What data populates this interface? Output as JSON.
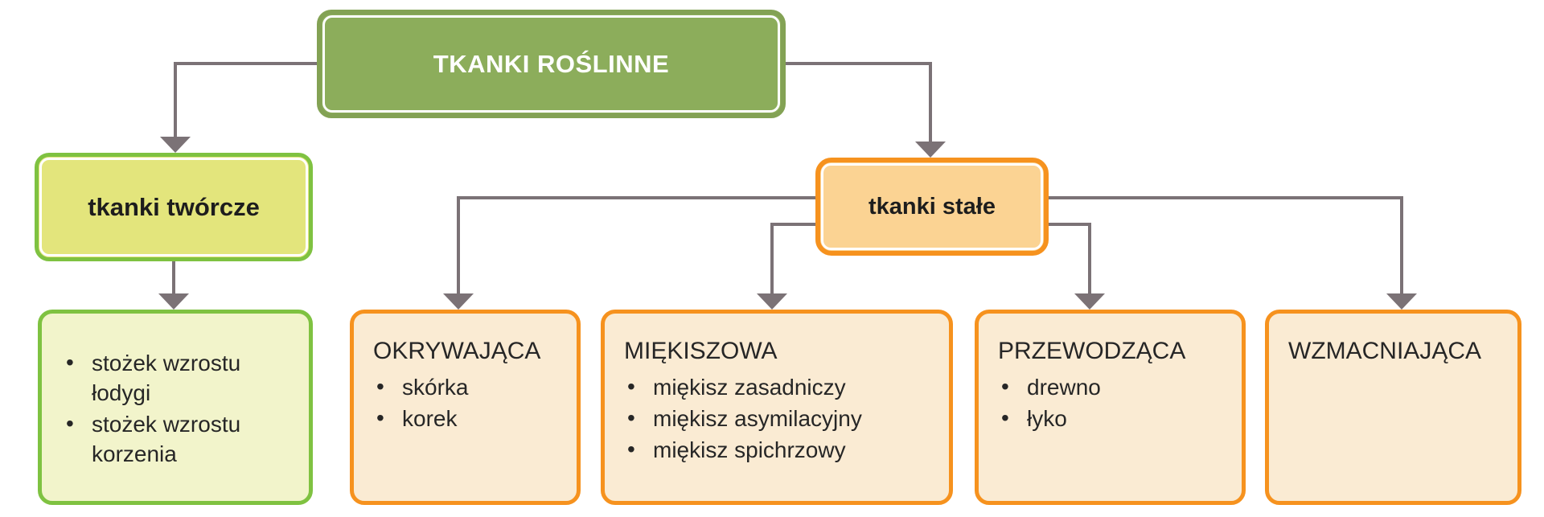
{
  "diagram": {
    "root": {
      "label": "TKANKI ROŚLINNE"
    },
    "branch_left": {
      "label": "tkanki twórcze"
    },
    "branch_right": {
      "label": "tkanki stałe"
    },
    "leaves": {
      "tworcze_list": {
        "items": [
          "stożek wzrostu łodygi",
          "stożek wzrostu korzenia"
        ]
      },
      "okrywajaca": {
        "title": "OKRYWAJĄCA",
        "items": [
          "skórka",
          "korek"
        ]
      },
      "miekiszowa": {
        "title": "MIĘKISZOWA",
        "items": [
          "miękisz zasadniczy",
          "miękisz asymilacyjny",
          "miękisz spichrzowy"
        ]
      },
      "przewodzaca": {
        "title": "PRZEWODZĄCA",
        "items": [
          "drewno",
          "łyko"
        ]
      },
      "wzmacniajaca": {
        "title": "WZMACNIAJĄCA",
        "items": []
      }
    },
    "colors": {
      "root_fill": "#8CAD5B",
      "root_border": "#83A254",
      "green_border": "#7FC241",
      "green_fill": "#E3E57C",
      "green_leaf_fill": "#F2F4CB",
      "orange_border": "#F6921E",
      "orange_fill": "#FBD393",
      "orange_leaf_fill": "#FAEBD3",
      "connector": "#7B7276",
      "text_dark": "#262626",
      "text_light": "#FFFFFF"
    }
  }
}
